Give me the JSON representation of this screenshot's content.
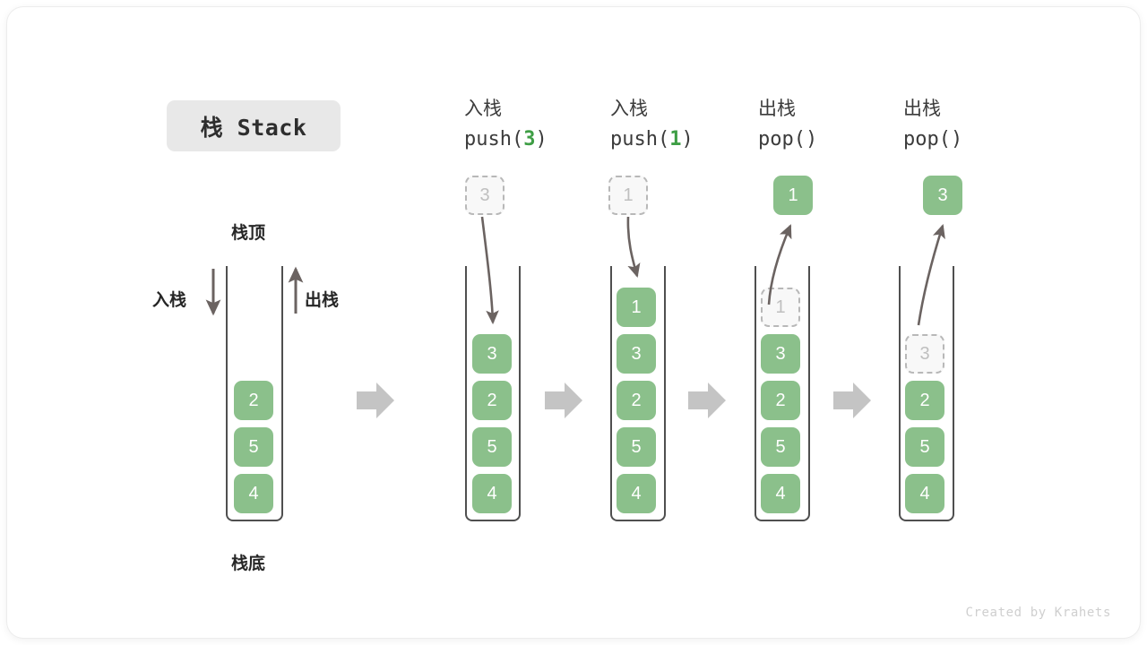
{
  "figure": {
    "title_chip": "栈 Stack",
    "watermark": "Created by Krahets",
    "top_label": "栈顶",
    "bottom_label": "栈底",
    "push_side_label": "入栈",
    "pop_side_label": "出栈",
    "colors": {
      "block_green": "#8bc08b",
      "ghost_fill": "#f8f8f8",
      "ghost_border": "#b8b8b8",
      "tube_stroke": "#4f4f4f",
      "arrow_gray": "#c4c4c4",
      "curve_stroke": "#6b6361",
      "accent_green_text": "#3e9e45",
      "chip_bg": "#e8e8e8"
    }
  },
  "columns": [
    {
      "id": "initial",
      "head_cn": "",
      "head_code_pre": "",
      "head_code_arg": "",
      "head_code_post": "",
      "stack": [
        "2",
        "5",
        "4"
      ],
      "ghost_in_stack": null,
      "floating_block": null,
      "floating_state": null
    },
    {
      "id": "push-3",
      "head_cn": "入栈",
      "head_code_pre": "push(",
      "head_code_arg": "3",
      "head_code_post": ")",
      "stack": [
        "3",
        "2",
        "5",
        "4"
      ],
      "ghost_in_stack": null,
      "floating_block": "3",
      "floating_state": "ghost"
    },
    {
      "id": "push-1",
      "head_cn": "入栈",
      "head_code_pre": "push(",
      "head_code_arg": "1",
      "head_code_post": ")",
      "stack": [
        "1",
        "3",
        "2",
        "5",
        "4"
      ],
      "ghost_in_stack": null,
      "floating_block": "1",
      "floating_state": "ghost"
    },
    {
      "id": "pop-1",
      "head_cn": "出栈",
      "head_code_pre": "pop(",
      "head_code_arg": "",
      "head_code_post": ")",
      "stack": [
        "1",
        "3",
        "2",
        "5",
        "4"
      ],
      "ghost_in_stack": "1",
      "floating_block": "1",
      "floating_state": "solid"
    },
    {
      "id": "pop-3",
      "head_cn": "出栈",
      "head_code_pre": "pop(",
      "head_code_arg": "",
      "head_code_post": ")",
      "stack": [
        "3",
        "2",
        "5",
        "4"
      ],
      "ghost_in_stack": "3",
      "floating_block": "3",
      "floating_state": "solid"
    }
  ],
  "flow_arrows": [
    {
      "label": "step-arrow-1"
    },
    {
      "label": "step-arrow-2"
    },
    {
      "label": "step-arrow-3"
    },
    {
      "label": "step-arrow-4"
    }
  ]
}
